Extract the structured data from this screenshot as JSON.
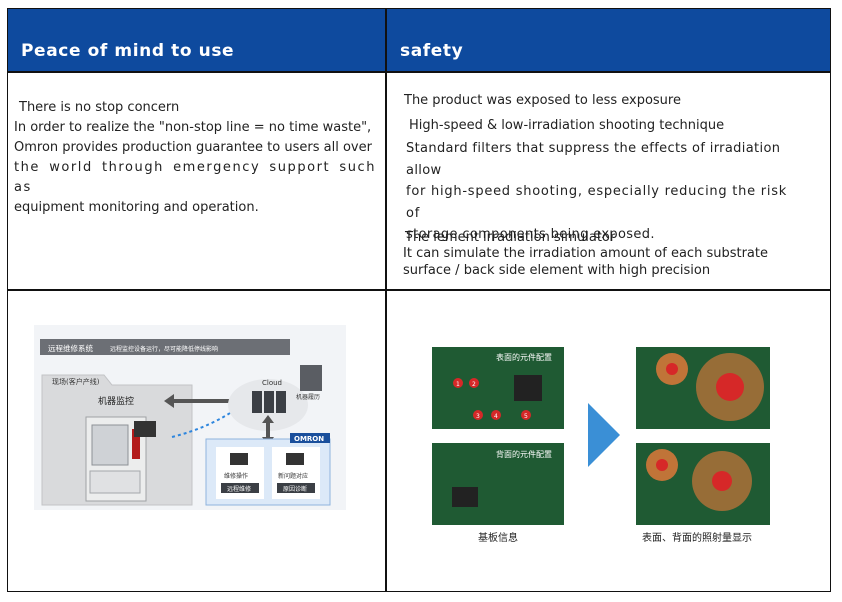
{
  "left": {
    "header": "Peace of mind to use",
    "title": "There is no stop concern",
    "body_lines": [
      "In order to realize the \"non-stop line = no time waste\",",
      "Omron provides production guarantee to users all over",
      "the world through emergency support such as",
      "equipment monitoring and operation."
    ],
    "diagram": {
      "banner": "远程维修系统",
      "banner_sub": "远程监控设备运行，尽可能降低停线影响",
      "site_label": "现场(客户产线)",
      "monitor_label": "机器监控",
      "cloud_label": "Cloud",
      "server_label": "机器履历",
      "brand": "OMRON",
      "laptop1_top": "维修操作",
      "laptop1_btn": "远程维修",
      "laptop2_top": "新问题对应",
      "laptop2_btn": "原因诊断"
    }
  },
  "right": {
    "header": "safety",
    "intro": "The product was exposed to less exposure",
    "subtitle": "High-speed & low-irradiation shooting technique",
    "body_lines": [
      "Standard filters that suppress the effects of irradiation allow",
      "for high-speed shooting, especially reducing the risk of",
      "storage components being exposed."
    ],
    "sim_title": "The lement irradiation simulator",
    "sim_lines": [
      "It can simulate the irradiation amount of each substrate",
      "surface / back side element with high precision"
    ],
    "diagram": {
      "front_label": "表面的元件配置",
      "back_label": "背面的元件配置",
      "markers": [
        "1",
        "2",
        "3",
        "4",
        "5"
      ],
      "caption_left": "基板信息",
      "caption_right": "表面、背面的照射量显示"
    }
  }
}
